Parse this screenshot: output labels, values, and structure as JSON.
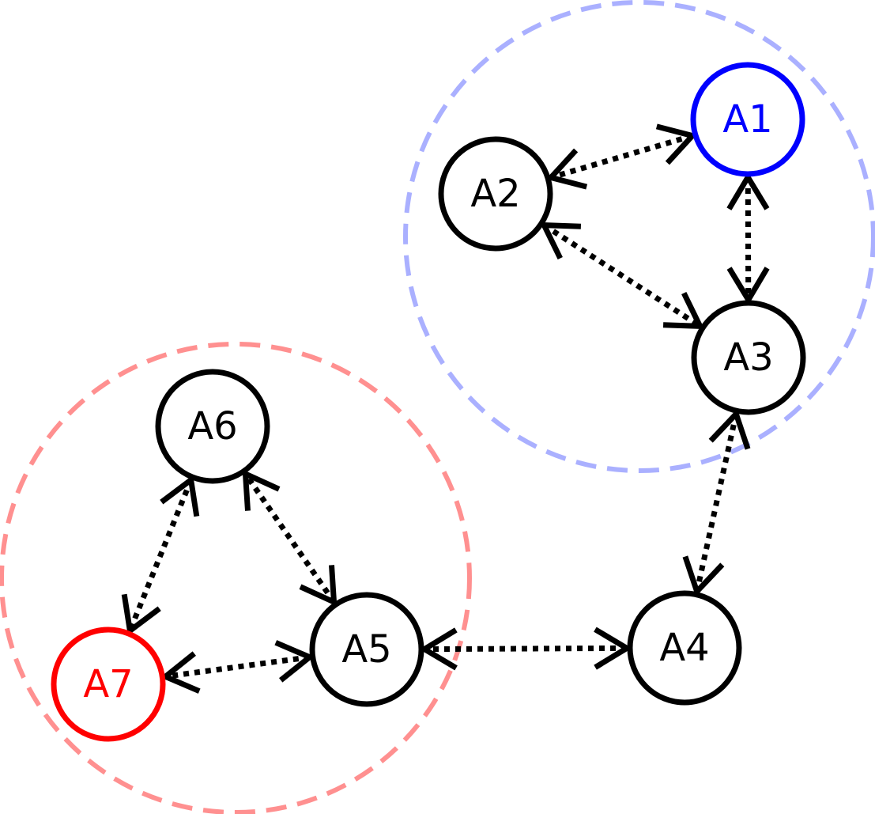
{
  "diagram": {
    "colors": {
      "default": "#000000",
      "blue": "#0000ff",
      "red": "#ff0000",
      "cluster_blue": "#aab0ff",
      "cluster_red": "#ff9090"
    },
    "nodes": [
      {
        "id": "A1",
        "label": "A1",
        "color": "blue"
      },
      {
        "id": "A2",
        "label": "A2",
        "color": "default"
      },
      {
        "id": "A3",
        "label": "A3",
        "color": "default"
      },
      {
        "id": "A4",
        "label": "A4",
        "color": "default"
      },
      {
        "id": "A5",
        "label": "A5",
        "color": "default"
      },
      {
        "id": "A6",
        "label": "A6",
        "color": "default"
      },
      {
        "id": "A7",
        "label": "A7",
        "color": "red"
      }
    ],
    "edges": [
      {
        "from": "A1",
        "to": "A2",
        "style": "dotted",
        "direction": "both"
      },
      {
        "from": "A1",
        "to": "A3",
        "style": "dotted",
        "direction": "both"
      },
      {
        "from": "A2",
        "to": "A3",
        "style": "dotted",
        "direction": "both"
      },
      {
        "from": "A3",
        "to": "A4",
        "style": "dotted",
        "direction": "both"
      },
      {
        "from": "A4",
        "to": "A5",
        "style": "dotted",
        "direction": "both"
      },
      {
        "from": "A5",
        "to": "A6",
        "style": "dotted",
        "direction": "both"
      },
      {
        "from": "A5",
        "to": "A7",
        "style": "dotted",
        "direction": "both"
      },
      {
        "from": "A6",
        "to": "A7",
        "style": "dotted",
        "direction": "both"
      }
    ],
    "clusters": [
      {
        "id": "cluster-blue",
        "color": "cluster_blue",
        "members": [
          "A1",
          "A2",
          "A3"
        ]
      },
      {
        "id": "cluster-red",
        "color": "cluster_red",
        "members": [
          "A5",
          "A6",
          "A7"
        ]
      }
    ]
  }
}
